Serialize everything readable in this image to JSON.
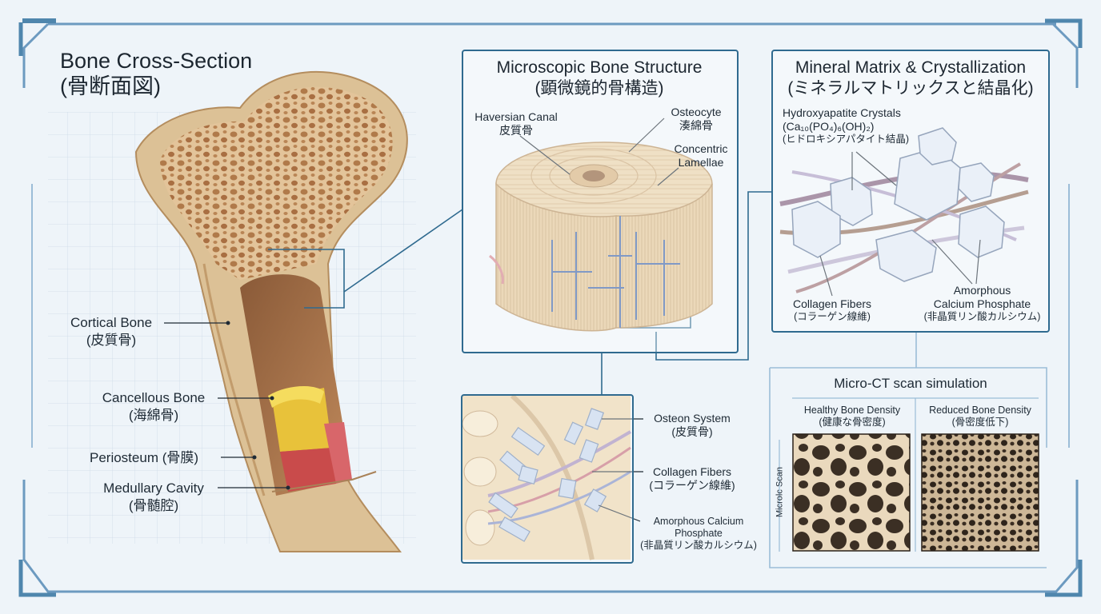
{
  "colors": {
    "accent": "#2f6a8f",
    "frame": "#4f86ad",
    "background": "#eef4f9"
  },
  "cross_section": {
    "title": "Bone Cross-Section",
    "subtitle": "(骨断面図)",
    "labels": {
      "cortical": [
        "Cortical Bone",
        "(皮質骨)"
      ],
      "cancellous": [
        "Cancellous Bone",
        "(海綿骨)"
      ],
      "periosteum": "Periosteum (骨膜)",
      "medullary": [
        "Medullary Cavity",
        "(骨髄腔)"
      ]
    }
  },
  "microscopic": {
    "title": "Microscopic Bone Structure",
    "subtitle": "(顕微鏡的骨構造)",
    "labels": {
      "haversian": [
        "Haversian Canal",
        "皮質骨"
      ],
      "osteocyte": [
        "Osteocyte",
        "湊綿骨"
      ],
      "lamellae": [
        "Concentric",
        "Lamellae"
      ]
    }
  },
  "detail": {
    "labels": {
      "osteon": [
        "Osteon System",
        "(皮質骨)"
      ],
      "collagen": [
        "Collagen Fibers",
        "(コラーゲン線維)"
      ],
      "amorphous": [
        "Amorphous Calcium",
        "Phosphate",
        "(非晶質リン酸カルシウム)"
      ]
    }
  },
  "mineral": {
    "title": "Mineral Matrix & Crystallization",
    "subtitle": "(ミネラルマトリックスと結晶化)",
    "labels": {
      "hydroxyapatite": [
        "Hydroxyapatite Crystals",
        "(Ca₁₀(PO₄)₆(OH)₂)",
        "(ヒドロキシアパタイト結晶)"
      ],
      "collagen": [
        "Collagen Fibers",
        "(コラーゲン線維)"
      ],
      "amorphous": [
        "Amorphous",
        "Calcium Phosphate",
        "(非晶質リン酸カルシウム)"
      ]
    }
  },
  "microct": {
    "title": "Micro-CT scan simulation",
    "side_label": "Microlc Scan",
    "healthy": [
      "Healthy Bone Density",
      "(健康な骨密度)"
    ],
    "reduced": [
      "Reduced Bone Density",
      "(骨密度低下)"
    ]
  }
}
